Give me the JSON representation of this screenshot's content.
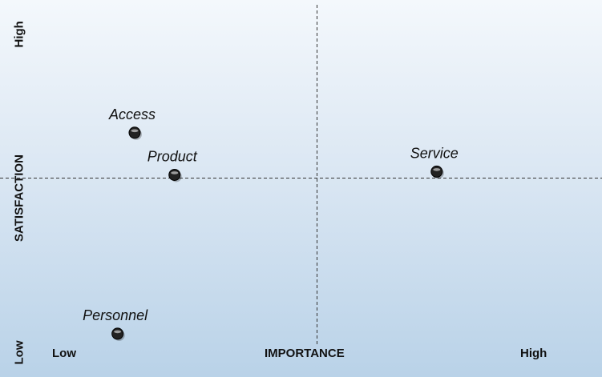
{
  "chart_data": {
    "type": "scatter",
    "title": "",
    "xlabel": "IMPORTANCE",
    "ylabel": "SATISFACTION",
    "x_tick_labels": {
      "low": "Low",
      "high": "High"
    },
    "y_tick_labels": {
      "low": "Low",
      "high": "High"
    },
    "xlim": [
      0,
      100
    ],
    "ylim": [
      0,
      100
    ],
    "quadrant_divider": {
      "x": 50,
      "y": 50
    },
    "grid": false,
    "points": [
      {
        "label": "Access",
        "x": 18,
        "y": 64
      },
      {
        "label": "Product",
        "x": 25,
        "y": 51
      },
      {
        "label": "Service",
        "x": 71,
        "y": 52
      },
      {
        "label": "Personnel",
        "x": 15,
        "y": 2
      }
    ],
    "colors": {
      "marker": "#222222",
      "divider": "#333333"
    }
  }
}
